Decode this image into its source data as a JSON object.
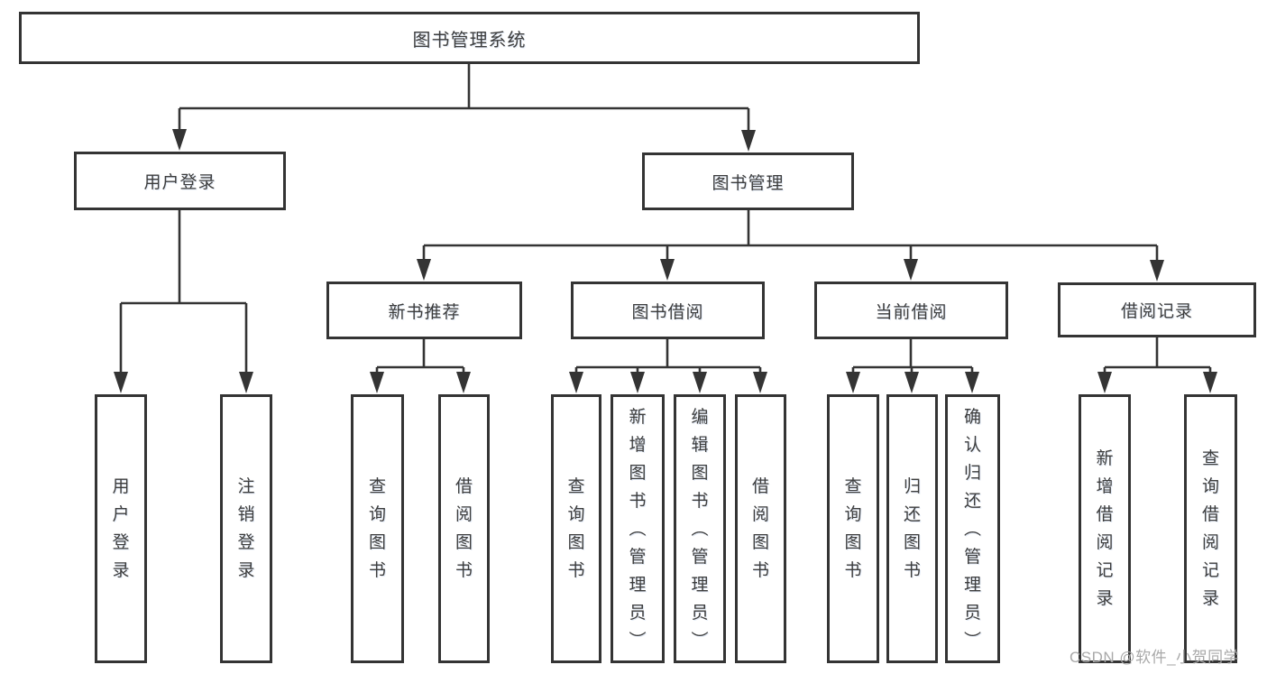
{
  "diagram": {
    "title": "图书管理系统",
    "nodes": {
      "root": "图书管理系统",
      "user_login": "用户登录",
      "book_mgmt": "图书管理",
      "new_book_rec": "新书推荐",
      "book_borrow": "图书借阅",
      "current_borrow": "当前借阅",
      "borrow_record": "借阅记录",
      "leaf_user_login": "用户登录",
      "leaf_logout": "注销登录",
      "leaf_nb_query_book": "查询图书",
      "leaf_nb_borrow_book": "借阅图书",
      "leaf_bb_query_book": "查询图书",
      "leaf_bb_add_book": "新增图书（管理员）",
      "leaf_bb_edit_book": "编辑图书（管理员）",
      "leaf_bb_borrow_book": "借阅图书",
      "leaf_cb_query_book": "查询图书",
      "leaf_cb_return_book": "归还图书",
      "leaf_cb_confirm_return": "确认归还（管理员）",
      "leaf_br_add_record": "新增借阅记录",
      "leaf_br_query_record": "查询借阅记录"
    },
    "line_color": "#343434",
    "background_color": "#ffffff",
    "text_color": "#3d3d3d"
  },
  "watermark": {
    "text": "CSDN @软件_小贺同学"
  }
}
